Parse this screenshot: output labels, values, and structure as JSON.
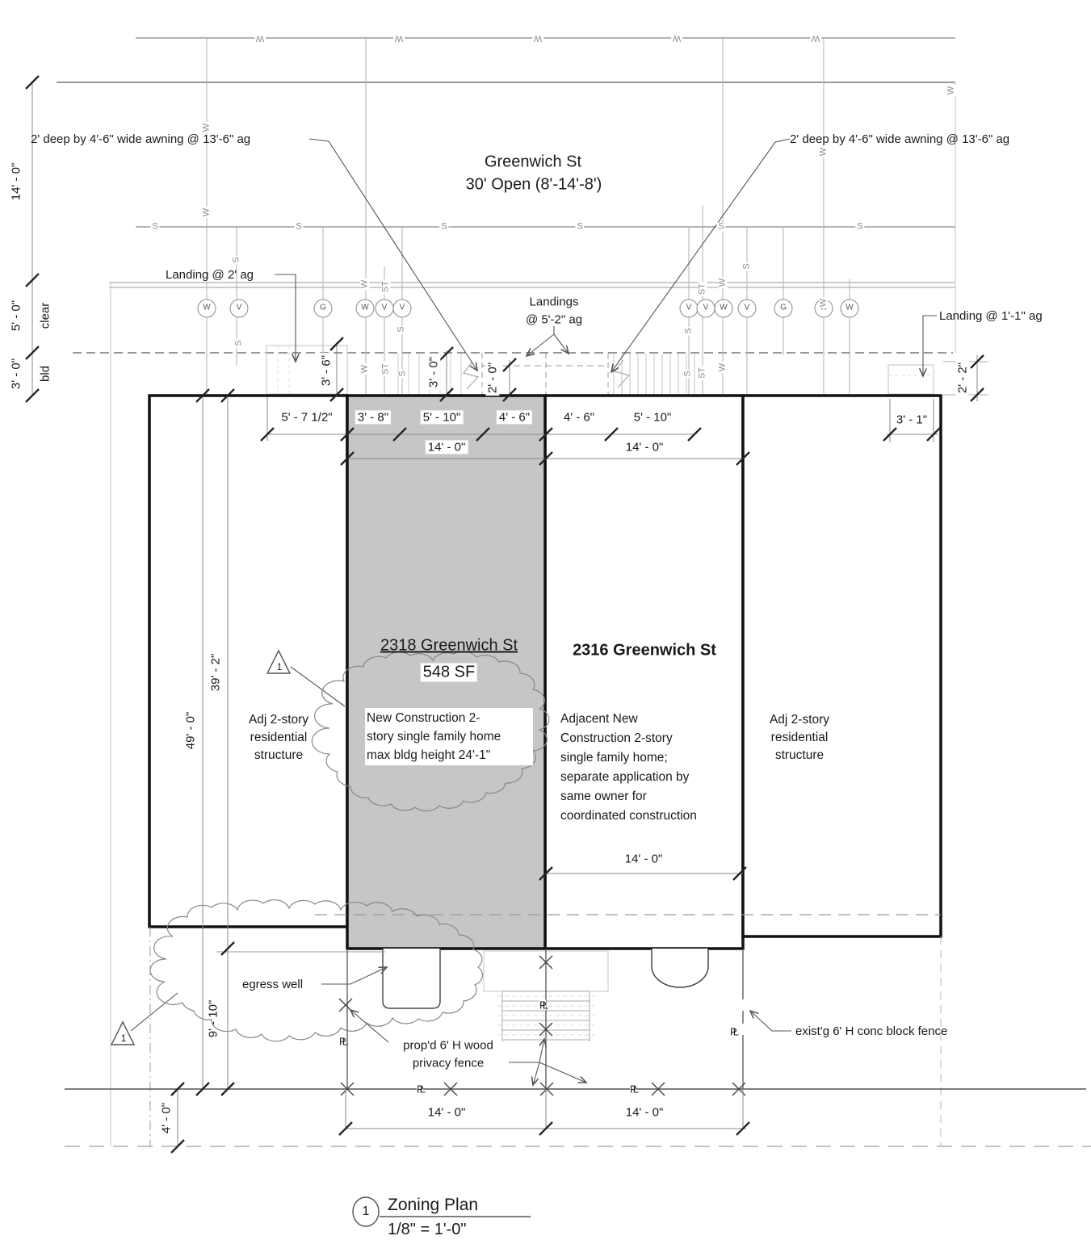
{
  "street": {
    "name": "Greenwich St",
    "width_note": "30' Open (8'-14'-8')"
  },
  "callouts": {
    "awning_left": "2' deep by 4'-6\" wide awning @ 13'-6\" ag",
    "awning_right": "2' deep by 4'-6\" wide awning @ 13'-6\" ag",
    "landing_2ft": "Landing @ 2' ag",
    "landings_5ft2_line1": "Landings",
    "landings_5ft2_line2": "@ 5'-2\" ag",
    "landing_1ft1": "Landing @ 1'-1\" ag",
    "egress_well": "egress well",
    "wood_fence_line1": "prop'd 6' H wood",
    "wood_fence_line2": "privacy fence",
    "conc_fence": "exist'g 6' H conc block fence"
  },
  "dims": {
    "street_depth": "14' - 0\"",
    "clear_width": "5' - 0\"",
    "clear_label": "clear",
    "bld_width": "3' - 0\"",
    "bld_label": "bld",
    "stoop_3_6": "3' - 6\"",
    "stoop_3_0": "3' - 0\"",
    "awning_2_0": "2' - 0\"",
    "landing_2_2": "2' - 2\"",
    "front_5_7": "5' - 7 1/2\"",
    "front_3_8": "3' - 8\"",
    "front_5_10_a": "5' - 10\"",
    "front_4_6_a": "4' - 6\"",
    "front_4_6_b": "4' - 6\"",
    "front_5_10_b": "5' - 10\"",
    "front_3_1": "3' - 1\"",
    "lot_2318": "14' - 0\"",
    "lot_2316": "14' - 0\"",
    "depth_49": "49' - 0\"",
    "depth_39_2": "39' - 2\"",
    "rear_9_10": "9' - 10\"",
    "rear_4_0": "4' - 0\"",
    "rear_yard_2316": "14' - 0\"",
    "rear_lot_2318": "14' - 0\"",
    "rear_lot_2316": "14' - 0\""
  },
  "buildings": {
    "adj_left": {
      "line1": "Adj 2-story",
      "line2": "residential",
      "line3": "structure"
    },
    "adj_right": {
      "line1": "Adj 2-story",
      "line2": "residential",
      "line3": "structure"
    },
    "b2318": {
      "title": "2318 Greenwich St",
      "area": "548 SF",
      "note_line1": "New Construction 2-",
      "note_line2": "story single family home",
      "note_line3": "max bldg height 24'-1\""
    },
    "b2316": {
      "title": "2316 Greenwich St",
      "note_line1": "Adjacent New",
      "note_line2": "Construction 2-story",
      "note_line3": "single family home;",
      "note_line4": "separate application by",
      "note_line5": "same owner for",
      "note_line6": "coordinated construction"
    }
  },
  "utilities": {
    "left": [
      "W",
      "V",
      "G",
      "W",
      "V",
      "V"
    ],
    "right": [
      "V",
      "V",
      "W",
      "V",
      "G",
      "W",
      "W"
    ]
  },
  "marks": {
    "water": "W",
    "sewer": "S",
    "storm": "ST",
    "property_line": "PL"
  },
  "detail_marker": {
    "number": "1"
  },
  "title_block": {
    "number": "1",
    "title": "Zoning Plan",
    "scale": "1/8\" = 1'-0\""
  }
}
